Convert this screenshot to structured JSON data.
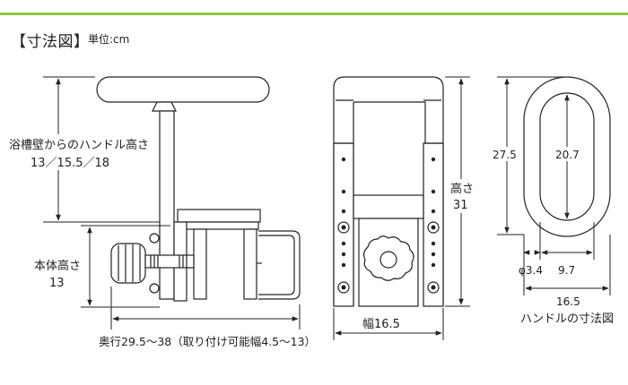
{
  "header": {
    "title": "【寸法図】",
    "unit": "単位:cm",
    "accent_color": "#8dc63f"
  },
  "side_view": {
    "handle_height_label_line1": "浴槽壁からのハンドル高さ",
    "handle_height_label_line2": "13／15.5／18",
    "body_height_label_line1": "本体高さ",
    "body_height_label_line2": "13",
    "depth_label": "奥行29.5～38（取り付け可能幅4.5～13）"
  },
  "front_view": {
    "height_label_line1": "高さ",
    "height_label_line2": "31",
    "width_label": "幅16.5"
  },
  "handle_view": {
    "outer_height": "27.5",
    "inner_height": "20.7",
    "diameter": "φ3.4",
    "inner_width": "9.7",
    "outer_width": "16.5",
    "caption": "ハンドルの寸法図"
  }
}
